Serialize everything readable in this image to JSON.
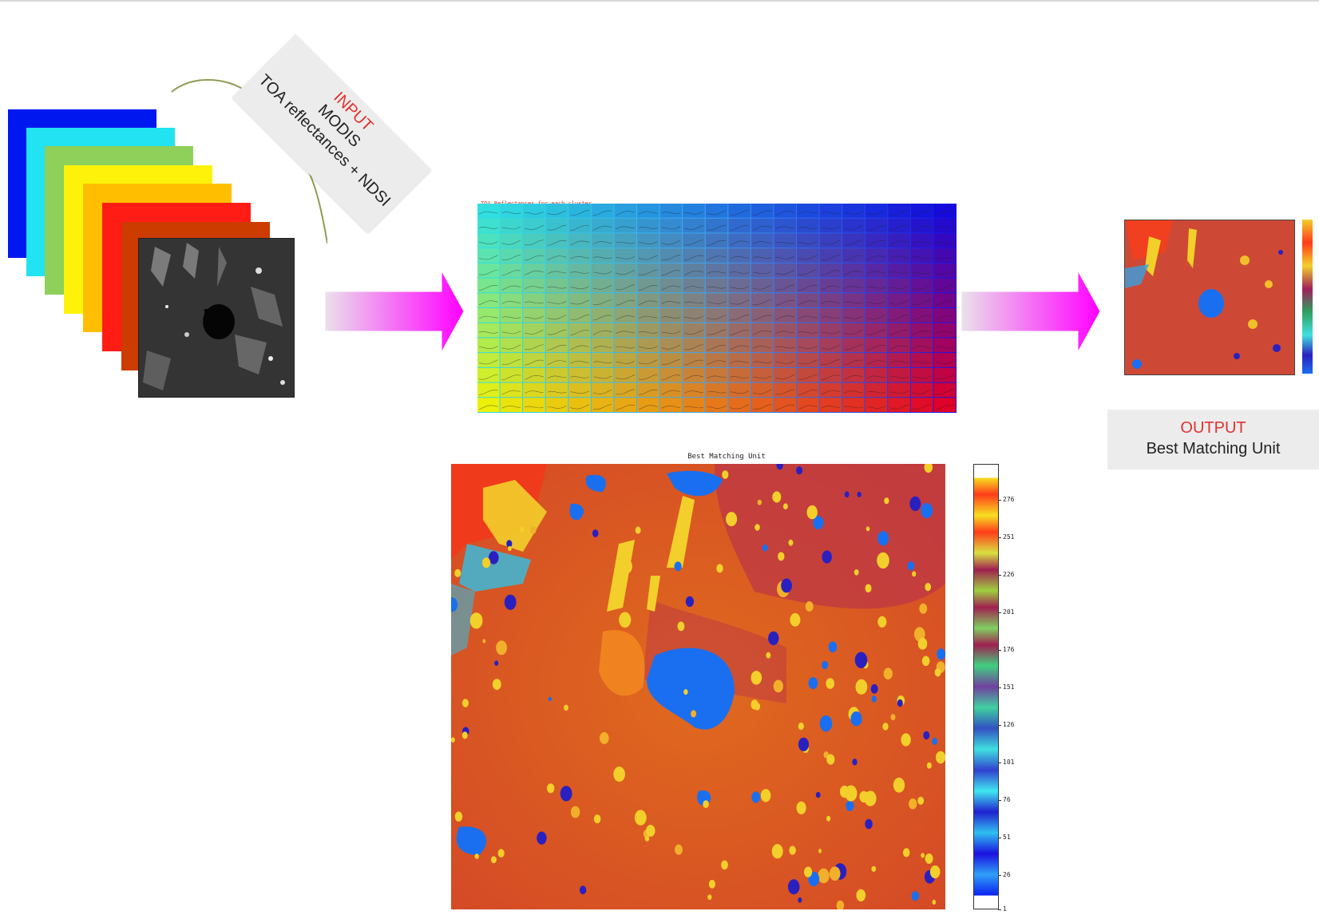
{
  "input": {
    "label": "INPUT",
    "line2": "MODIS",
    "line3": "TOA reflectances + NDSI",
    "layer_colors": [
      "#0018f0",
      "#21e3f2",
      "#8ed05a",
      "#fff20a",
      "#ffbf00",
      "#ff1c14",
      "#cc3b00"
    ]
  },
  "som": {
    "title": "TOA Reflectances for each cluster",
    "rows": 14,
    "cols": 21
  },
  "output": {
    "label": "OUTPUT",
    "caption": "Best Matching Unit"
  },
  "bmu_map": {
    "title": "Best Matching Unit",
    "colorbar_ticks": [
      "276",
      "251",
      "226",
      "201",
      "176",
      "151",
      "126",
      "101",
      "76",
      "51",
      "26",
      "1"
    ]
  },
  "colors": {
    "accent_red": "#e0312d",
    "arrow_magenta": "#ff00ff",
    "water_blue": "#1a6ff0",
    "land_orange": "#e35a1f"
  }
}
